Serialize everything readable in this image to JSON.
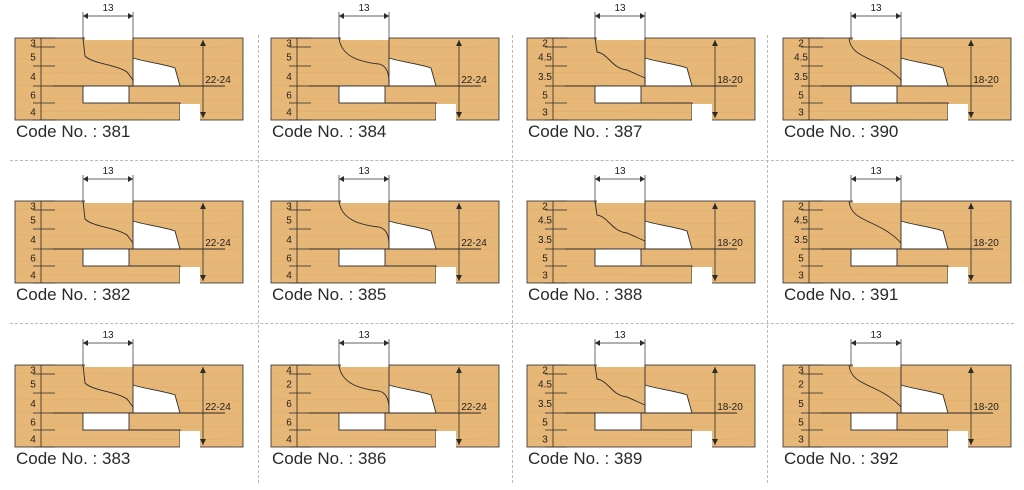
{
  "colors": {
    "wood": "#e7b777",
    "wood_dark": "#d9a461",
    "line": "#2b2b2b",
    "cutout": "#ffffff"
  },
  "code_prefix": "Code No. : ",
  "profiles": [
    {
      "code": "381",
      "width_label": "13",
      "thickness": "22-24",
      "layers": [
        "3",
        "5",
        "4",
        "6",
        "4"
      ]
    },
    {
      "code": "384",
      "width_label": "13",
      "thickness": "22-24",
      "layers": [
        "3",
        "5",
        "4",
        "6",
        "4"
      ]
    },
    {
      "code": "387",
      "width_label": "13",
      "thickness": "18-20",
      "layers": [
        "2",
        "4.5",
        "3.5",
        "5",
        "3"
      ]
    },
    {
      "code": "390",
      "width_label": "13",
      "thickness": "18-20",
      "layers": [
        "2",
        "4.5",
        "3.5",
        "5",
        "3"
      ]
    },
    {
      "code": "382",
      "width_label": "13",
      "thickness": "22-24",
      "layers": [
        "3",
        "5",
        "4",
        "6",
        "4"
      ]
    },
    {
      "code": "385",
      "width_label": "13",
      "thickness": "22-24",
      "layers": [
        "3",
        "5",
        "4",
        "6",
        "4"
      ]
    },
    {
      "code": "388",
      "width_label": "13",
      "thickness": "18-20",
      "layers": [
        "2",
        "4.5",
        "3.5",
        "5",
        "3"
      ]
    },
    {
      "code": "391",
      "width_label": "13",
      "thickness": "18-20",
      "layers": [
        "2",
        "4.5",
        "3.5",
        "5",
        "3"
      ]
    },
    {
      "code": "383",
      "width_label": "13",
      "thickness": "22-24",
      "layers": [
        "3",
        "5",
        "4",
        "6",
        "4"
      ]
    },
    {
      "code": "386",
      "width_label": "13",
      "thickness": "22-24",
      "layers": [
        "4",
        "2",
        "6",
        "6",
        "4"
      ]
    },
    {
      "code": "389",
      "width_label": "13",
      "thickness": "18-20",
      "layers": [
        "2",
        "4.5",
        "3.5",
        "5",
        "3"
      ]
    },
    {
      "code": "392",
      "width_label": "13",
      "thickness": "18-20",
      "layers": [
        "3",
        "2",
        "5",
        "5",
        "3"
      ]
    }
  ]
}
